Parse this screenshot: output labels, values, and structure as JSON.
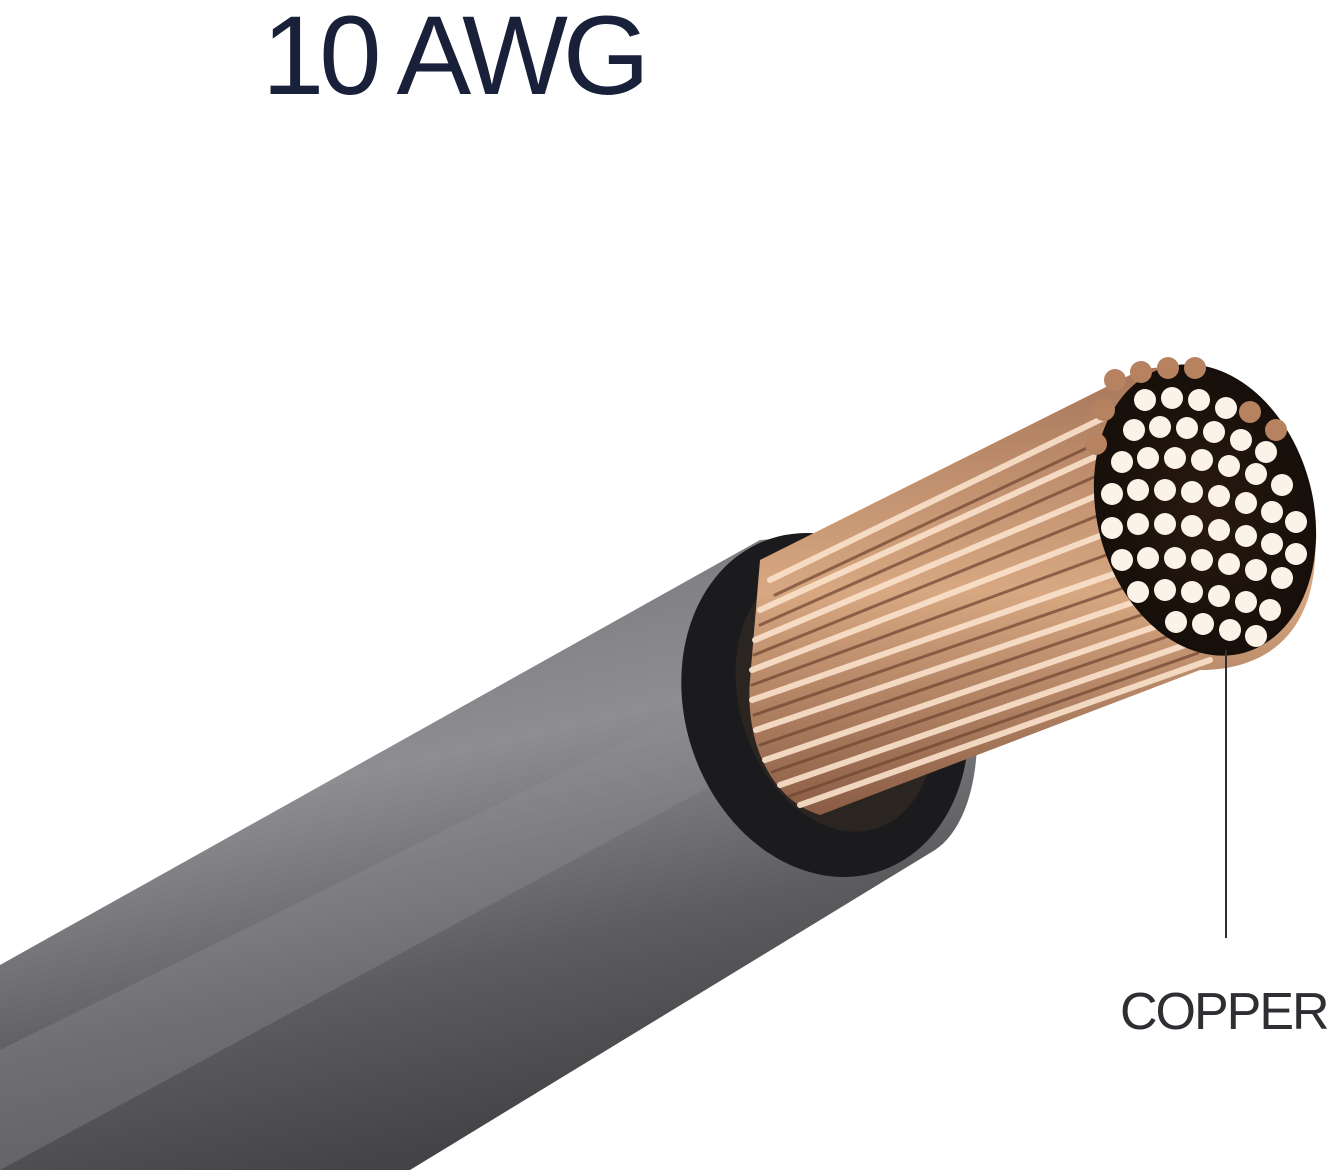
{
  "product": {
    "title": "10 AWG",
    "callout_label": "COPPER"
  },
  "illustration": {
    "subject": "stranded-copper-wire-cross-section",
    "colors": {
      "jacket": "#5b5b5e",
      "jacket_highlight": "#8c8c90",
      "insulation_end": "#1a1a1c",
      "copper": "#c08c66",
      "copper_highlight": "#fbe5d2",
      "strand_face": "#fdf7ef",
      "title_text": "#18203a",
      "label_text": "#2f2f33"
    }
  }
}
